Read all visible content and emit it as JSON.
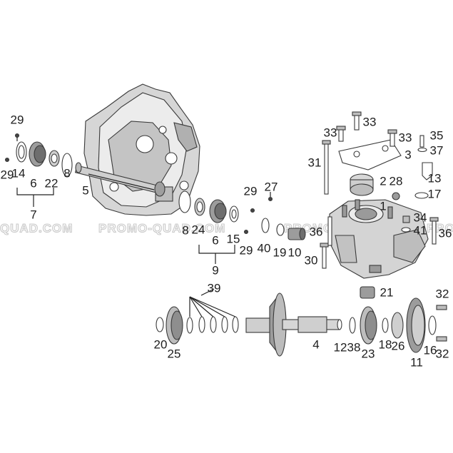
{
  "watermark": {
    "segments": [
      "QUAD.COM",
      "PROMO-QUAD.COM",
      "PROMO-QUAD.COM",
      "PRO"
    ]
  },
  "colors": {
    "part_fill": "#d4d4d4",
    "part_shade": "#9a9a9a",
    "line": "#222222",
    "label": "#1e1e1e"
  },
  "labels": {
    "p1": "1",
    "p2": "2",
    "p3": "3",
    "p4": "4",
    "p5": "5",
    "p6a": "6",
    "p6b": "6",
    "p7": "7",
    "p8a": "8",
    "p8b": "8",
    "p9": "9",
    "p10": "10",
    "p11": "11",
    "p12": "12",
    "p13": "13",
    "p14": "14",
    "p15": "15",
    "p16": "16",
    "p17": "17",
    "p18": "18",
    "p19": "19",
    "p20": "20",
    "p21": "21",
    "p22": "22",
    "p23": "23",
    "p24": "24",
    "p25": "25",
    "p26": "26",
    "p27": "27",
    "p28": "28",
    "p29a": "29",
    "p29b": "29",
    "p29c": "29",
    "p29d": "29",
    "p30": "30",
    "p31": "31",
    "p32a": "32",
    "p32b": "32",
    "p33a": "33",
    "p33b": "33",
    "p33c": "33",
    "p34": "34",
    "p35": "35",
    "p36a": "36",
    "p36b": "36",
    "p37": "37",
    "p38": "38",
    "p39": "39",
    "p40": "40",
    "p41": "41"
  }
}
